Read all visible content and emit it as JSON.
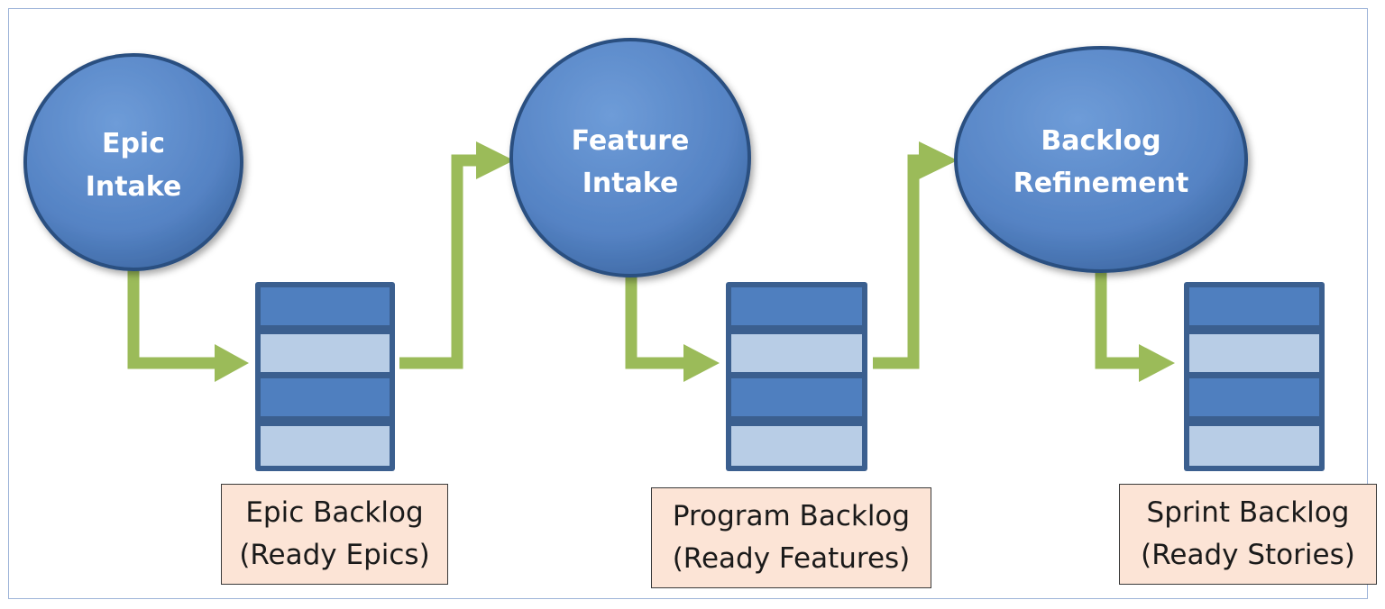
{
  "colors": {
    "node_fill": "#5b8ccc",
    "node_stroke": "#2b4f80",
    "arrow": "#9bbb59",
    "backlog_dark": "#4f7fbf",
    "backlog_light": "#b8cde6",
    "backlog_frame": "#3b5f8f",
    "label_fill": "#fce4d6"
  },
  "stages": [
    {
      "node": {
        "line1": "Epic",
        "line2": "Intake"
      },
      "backlog": {
        "line1": "Epic Backlog",
        "line2": "(Ready Epics)"
      }
    },
    {
      "node": {
        "line1": "Feature",
        "line2": "Intake"
      },
      "backlog": {
        "line1": "Program Backlog",
        "line2": "(Ready Features)"
      }
    },
    {
      "node": {
        "line1": "Backlog",
        "line2": "Refinement"
      },
      "backlog": {
        "line1": "Sprint Backlog",
        "line2": "(Ready Stories)"
      }
    }
  ]
}
